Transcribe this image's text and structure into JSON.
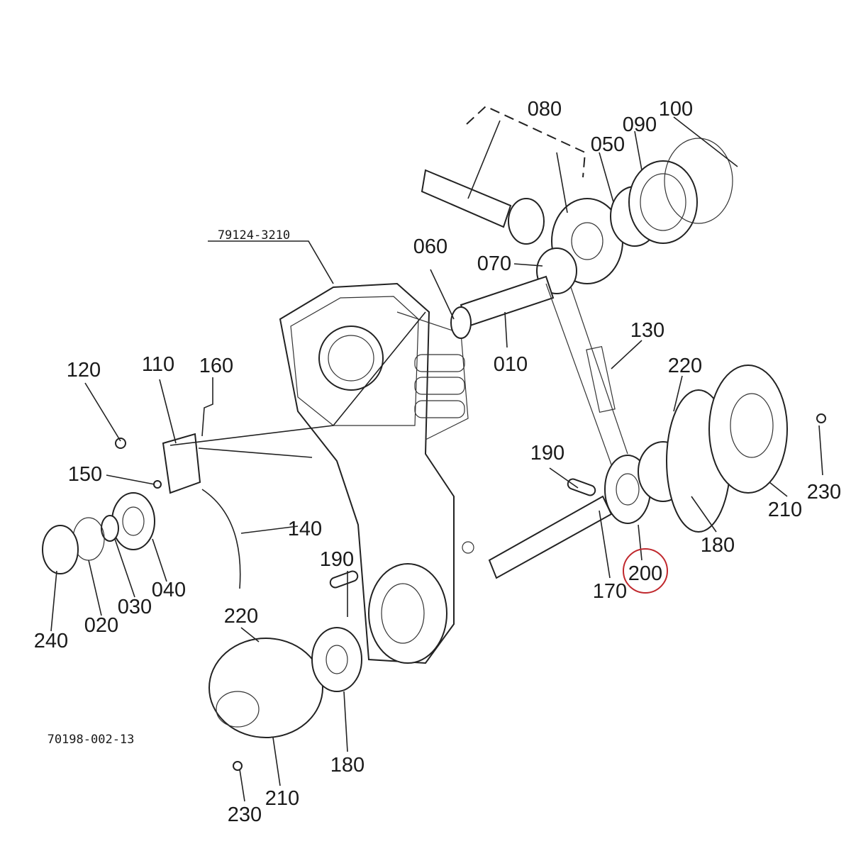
{
  "diagram": {
    "assembly_code": "79124-3210",
    "drawing_code": "70198-002-13",
    "highlight_color": "#c0282d",
    "highlighted_part": "200",
    "part_labels": {
      "p010": "010",
      "p020": "020",
      "p030": "030",
      "p040": "040",
      "p050": "050",
      "p060": "060",
      "p070": "070",
      "p080": "080",
      "p090": "090",
      "p100": "100",
      "p110": "110",
      "p120": "120",
      "p130": "130",
      "p140": "140",
      "p150": "150",
      "p160": "160",
      "p170": "170",
      "p180a": "180",
      "p180b": "180",
      "p190a": "190",
      "p190b": "190",
      "p200": "200",
      "p210a": "210",
      "p210b": "210",
      "p220a": "220",
      "p220b": "220",
      "p230a": "230",
      "p230b": "230",
      "p240": "240"
    }
  }
}
